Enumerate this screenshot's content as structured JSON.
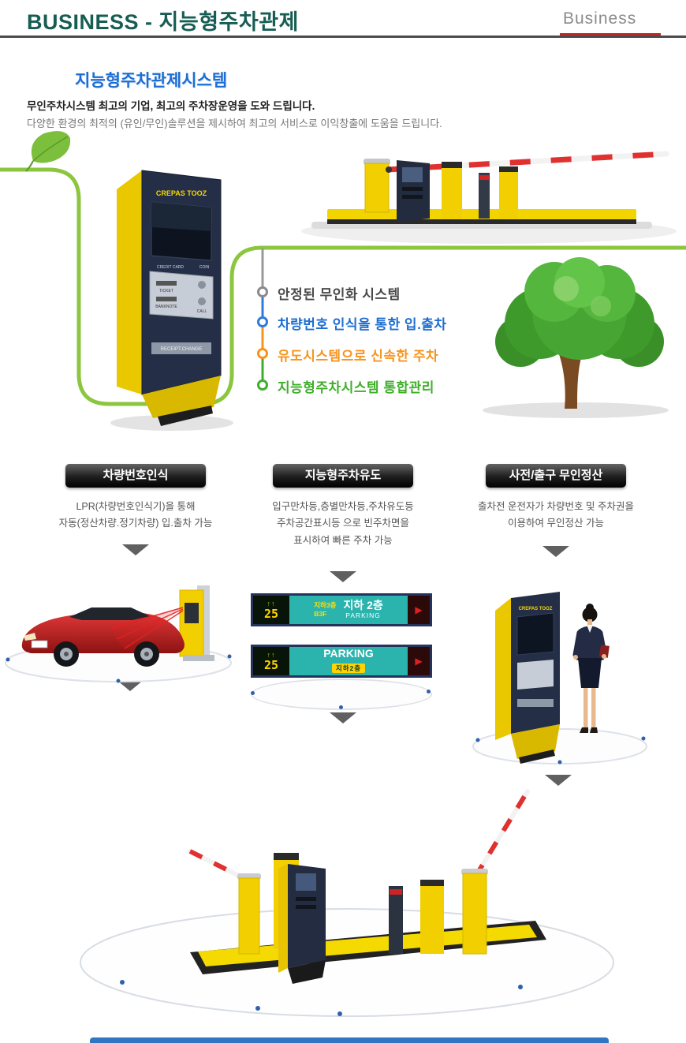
{
  "header": {
    "title": "BUSINESS - 지능형주차관제",
    "tab": "Business"
  },
  "intro": {
    "title": "지능형주차관제시스템",
    "subtitle": "무인주차시스템 최고의 기업, 최고의 주차장운영을 도와 드립니다.",
    "description": "다양한 환경의 최적의 (유인/무인)솔루션을 제시하여 최고의 서비스로 이익창출에 도움을 드립니다."
  },
  "features": [
    {
      "label": "안정된 무인화 시스템",
      "color": "#4a4a4a"
    },
    {
      "label": "차량번호 인식을 통한 입.출차",
      "color": "#1d6ed2"
    },
    {
      "label": "유도시스템으로 신속한 주차",
      "color": "#f7941d"
    },
    {
      "label": "지능형주차시스템 통합관리",
      "color": "#3fae2a"
    }
  ],
  "kiosk": {
    "brand": "CREPAS TOOZ",
    "labels": {
      "credit_card": "CREDIT CARD",
      "coin": "COIN",
      "ticket": "TICKET",
      "banknote": "BANKNOTE",
      "call": "CALL",
      "receipt": "RECEIPT.CHANGE"
    }
  },
  "columns": [
    {
      "badge": "차량번호인식",
      "lines": [
        "LPR(차량번호인식기)을 통해",
        "자동(정산차량.정기차량) 입.출차 가능"
      ]
    },
    {
      "badge": "지능형주차유도",
      "lines": [
        "입구만차등,층별만차등,주차유도등",
        "주차공간표시등 으로 빈주차면을",
        "표시하여 빠른 주차 가능"
      ]
    },
    {
      "badge": "사전/출구 무인정산",
      "lines": [
        "출차전 운전자가 차량번호 및 주차권을",
        "이용하여 무인정산 가능"
      ]
    }
  ],
  "signs": [
    {
      "arrows": "↑↑",
      "count": "25",
      "small_line1": "지하3층",
      "small_line2": "B3F",
      "main": "지하 2층",
      "sub": "PARKING",
      "dir_icon": "▶"
    },
    {
      "arrows": "↑↑",
      "count": "25",
      "main": "PARKING",
      "sub": "지하2층",
      "dir_icon": "▶"
    }
  ],
  "colors": {
    "accent_green": "#8CC63E",
    "title_teal": "#175d54",
    "blue": "#1d6ed2",
    "orange": "#f7941d",
    "green": "#3fae2a",
    "red_accent": "#c0272d",
    "sign_teal": "#2bb3ae",
    "led_yellow": "#ffd400",
    "kiosk_navy": "#252e47",
    "kiosk_yellow": "#e9c800"
  }
}
